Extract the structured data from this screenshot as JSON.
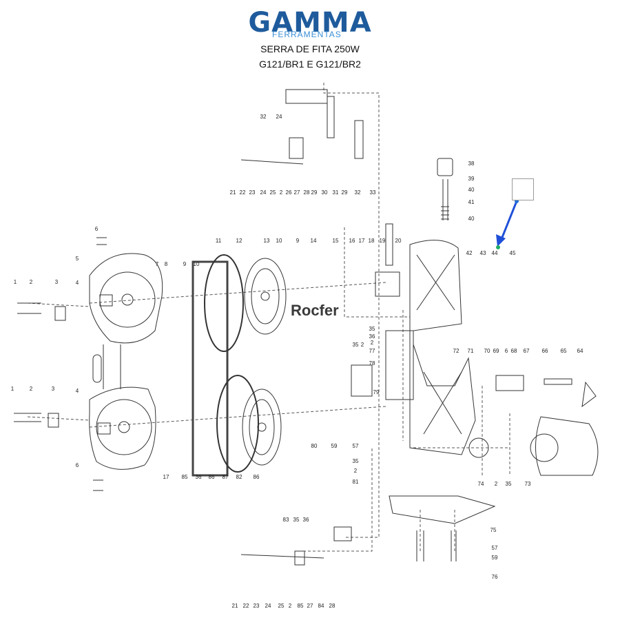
{
  "header": {
    "brand": "GAMMA",
    "brand_sub": "FERRAMENTAS",
    "title": "SERRA DE FITA 250W",
    "subtitle": "G121/BR1 E G121/BR2"
  },
  "watermark": "Rocfer",
  "colors": {
    "brand": "#1e5b9c",
    "brand_light": "#3b8fd6",
    "line": "#333333",
    "arrow": "#1f4fd8"
  },
  "labels": {
    "top_group": [
      "21",
      "22",
      "23",
      "24",
      "25",
      "2",
      "26",
      "27",
      "28",
      "29",
      "30",
      "31",
      "29",
      "32",
      "33",
      "32",
      "24"
    ],
    "left_upper": [
      "6",
      "5",
      "4",
      "1",
      "2",
      "3",
      "7",
      "8",
      "9",
      "10",
      "11",
      "12",
      "13",
      "10",
      "9",
      "14",
      "15",
      "16",
      "17",
      "18",
      "19",
      "20"
    ],
    "left_lower": [
      "1",
      "2",
      "3",
      "4",
      "6",
      "17",
      "85",
      "36",
      "86",
      "87",
      "82",
      "86",
      "80",
      "59",
      "57",
      "35",
      "2",
      "81"
    ],
    "right_side": [
      "38",
      "39",
      "40",
      "41",
      "40",
      "42",
      "43",
      "44",
      "45",
      "35",
      "36",
      "2",
      "77",
      "35",
      "2",
      "78",
      "79",
      "72",
      "71",
      "70",
      "69",
      "6",
      "68",
      "67",
      "66",
      "65",
      "64",
      "74",
      "2",
      "35",
      "73",
      "75",
      "57",
      "59",
      "76"
    ],
    "bottom_group": [
      "83",
      "35",
      "36",
      "21",
      "22",
      "23",
      "24",
      "25",
      "2",
      "85",
      "27",
      "84",
      "28"
    ]
  }
}
